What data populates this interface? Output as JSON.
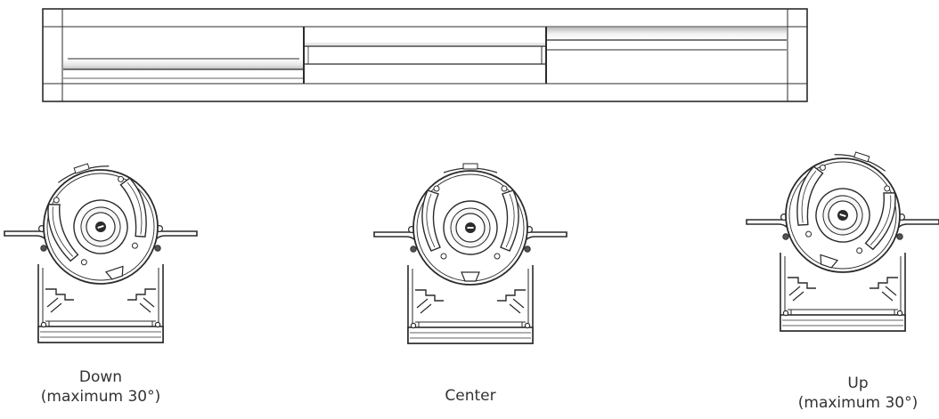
{
  "positions": [
    {
      "id": "down",
      "title": "Down",
      "subtitle": "(maximum 30°)"
    },
    {
      "id": "center",
      "title": "Center",
      "subtitle": ""
    },
    {
      "id": "up",
      "title": "Up",
      "subtitle": "(maximum 30°)"
    }
  ],
  "colors": {
    "line": "#2b2b2b",
    "fill": "#ffffff",
    "shade": "#d9d9d9",
    "dark": "#555555"
  }
}
